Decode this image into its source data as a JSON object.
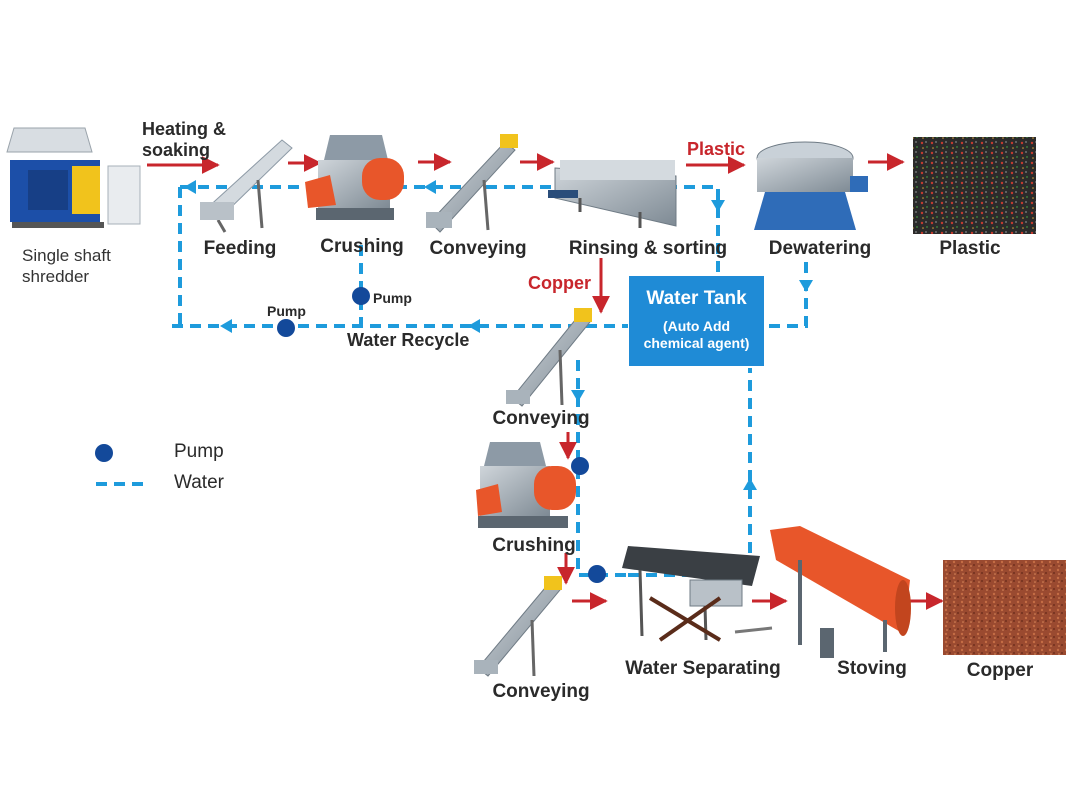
{
  "diagram": {
    "colors": {
      "flow": "#c8262c",
      "water": "#1e9bdc",
      "pump": "#13499a",
      "tank": "#1f8bd6",
      "machine_orange": "#e8562a",
      "machine_grey": "#8d9aa6",
      "shredder_blue": "#1c4fa8",
      "plastic_fill": "#2c2c2c",
      "copper_fill": "#9a4a30"
    },
    "stages": {
      "shredder": "Single shaft\nshredder",
      "heating": "Heating &\nsoaking",
      "feeding": "Feeding",
      "crushing_top": "Crushing",
      "conveying_top": "Conveying",
      "rinsing": "Rinsing & sorting",
      "dewatering": "Dewatering",
      "plastic_output": "Plastic",
      "conveying_mid": "Conveying",
      "crushing_mid": "Crushing",
      "conveying_bottom": "Conveying",
      "water_separating": "Water Separating",
      "stoving": "Stoving",
      "copper_output": "Copper"
    },
    "branch_labels": {
      "plastic": "Plastic",
      "copper": "Copper"
    },
    "water_tank": {
      "title": "Water Tank",
      "note": "(Auto Add\nchemical agent)"
    },
    "recycle_label": "Water Recycle",
    "pump_labels": {
      "left": "Pump",
      "middle": "Pump"
    },
    "legend": {
      "pump": "Pump",
      "water": "Water",
      "pump_icon": "pump-dot-icon",
      "water_icon": "dashed-water-line-icon"
    }
  }
}
